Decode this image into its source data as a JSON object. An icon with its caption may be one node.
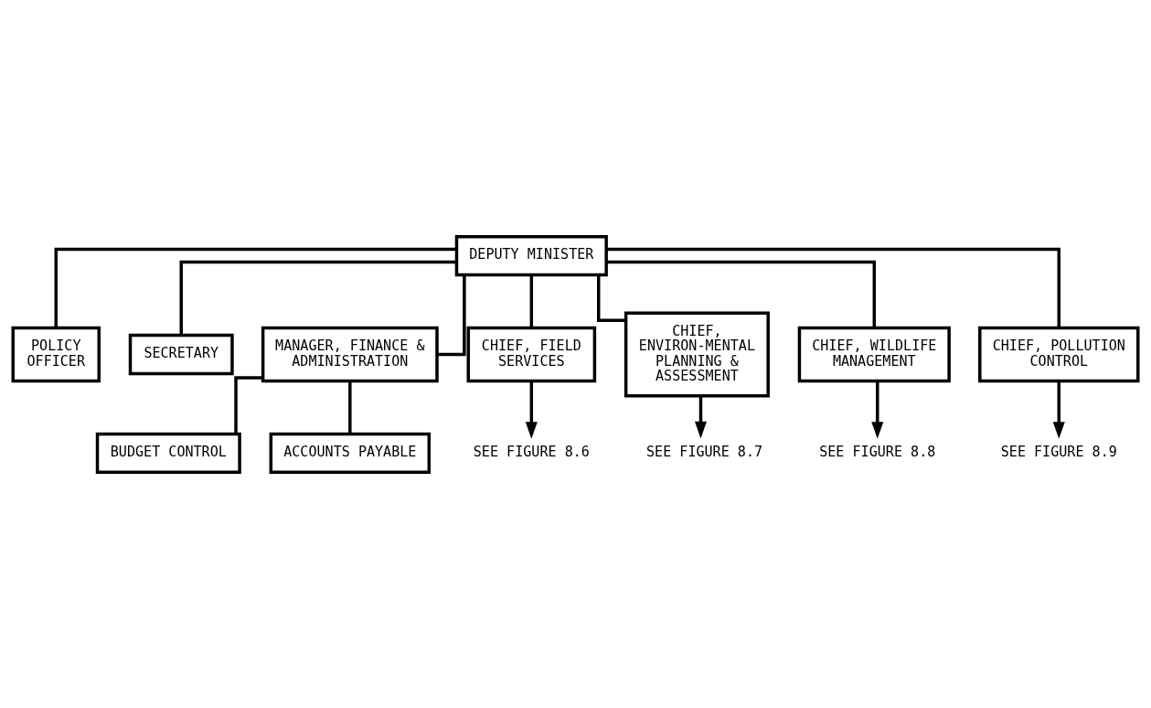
{
  "diagram": {
    "nodes": [
      {
        "text": [
          "DEPUTY MINISTER"
        ]
      },
      {
        "text": [
          "POLICY OFFICER"
        ]
      },
      {
        "text": [
          "SECRETARY"
        ]
      },
      {
        "text": [
          "MANAGER, FINANCE & ADMINISTRATION"
        ]
      },
      {
        "text": [
          "BUDGET CONTROL"
        ]
      },
      {
        "text": [
          "ACCOUNTS PAYABLE"
        ]
      },
      {
        "text": [
          "CHIEF, FIELD SERVICES"
        ]
      },
      {
        "text": [
          "CHIEF, ENVIRON-MENTAL PLANNING & ASSESSMENT"
        ]
      },
      {
        "text": [
          "CHIEF, WILDLIFE MANAGEMENT"
        ]
      },
      {
        "text": [
          "CHIEF, POLLUTION CONTROL"
        ]
      },
      {
        "text": [
          "SEE FIGURE 8.6"
        ]
      },
      {
        "text": [
          "SEE FIGURE 8.7"
        ]
      },
      {
        "text": [
          "SEE FIGURE 8.8"
        ]
      },
      {
        "text": [
          "SEE FIGURE 8.9"
        ]
      }
    ],
    "edges": [
      {
        "from": 0,
        "to": 1,
        "arrow": "none"
      },
      {
        "from": 0,
        "to": 2,
        "arrow": "none"
      },
      {
        "from": 0,
        "to": 3,
        "arrow": "none"
      },
      {
        "from": 3,
        "to": 4,
        "arrow": "none"
      },
      {
        "from": 3,
        "to": 5,
        "arrow": "none"
      },
      {
        "from": 0,
        "to": 6,
        "arrow": "none"
      },
      {
        "from": 0,
        "to": 7,
        "arrow": "none"
      },
      {
        "from": 0,
        "to": 8,
        "arrow": "none"
      },
      {
        "from": 0,
        "to": 9,
        "arrow": "none"
      },
      {
        "from": 6,
        "to": 10,
        "arrow": "to"
      },
      {
        "from": 7,
        "to": 11,
        "arrow": "to"
      },
      {
        "from": 8,
        "to": 12,
        "arrow": "to"
      },
      {
        "from": 9,
        "to": 13,
        "arrow": "to"
      }
    ]
  }
}
